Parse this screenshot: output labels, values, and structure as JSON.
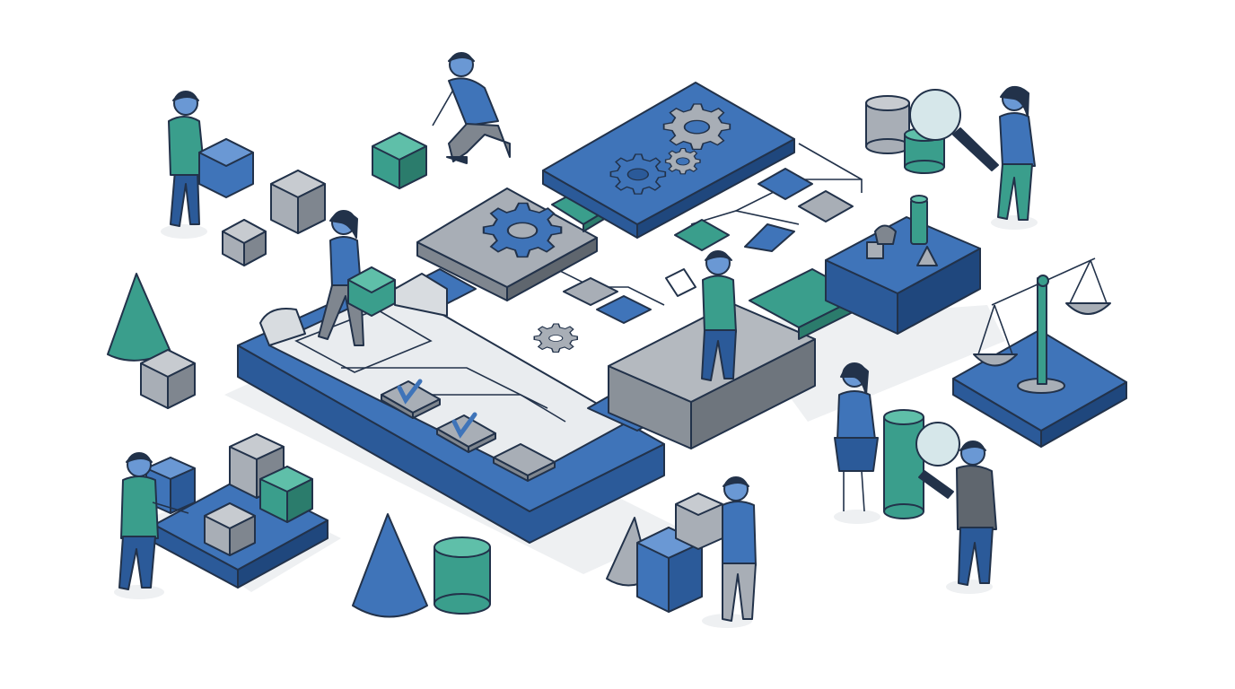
{
  "scene": {
    "palette": {
      "blue": "#3f74b9",
      "blue_dark": "#2b5a99",
      "teal": "#3a9e8c",
      "teal_dark": "#2b7c6c",
      "gray": "#a8aeb6",
      "gray_dark": "#7f868f",
      "light": "#e9ecef",
      "outline": "#22324a",
      "shadow": "#eef0f2"
    },
    "icons": [
      "gear-icon",
      "checkmark-icon",
      "magnifier-icon",
      "balance-scale-icon",
      "cube-icon",
      "cone-icon",
      "cylinder-icon",
      "flowchart-icon"
    ],
    "people": [
      "person-carrying-blue-box",
      "person-kneeling",
      "person-walking-with-green-box",
      "person-reading-document",
      "person-with-magnifier-top-right",
      "woman-holding-cylinder",
      "person-with-magnifier-bottom-right",
      "person-stacking-boxes-bottom",
      "person-arranging-boxes-left"
    ]
  }
}
